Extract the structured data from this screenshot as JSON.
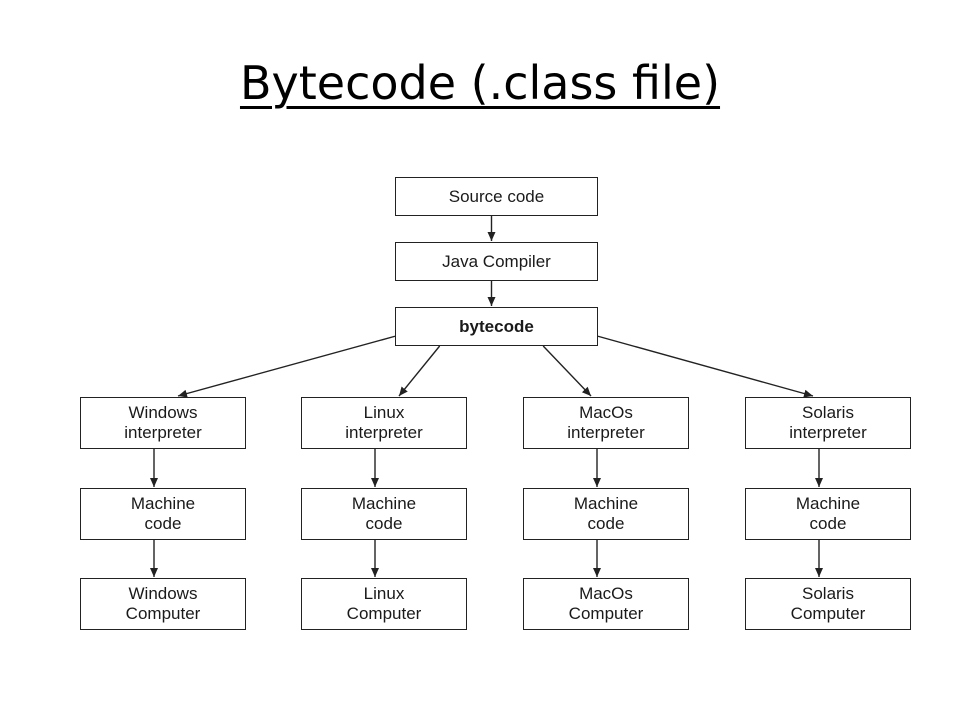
{
  "title": "Bytecode (.class file)",
  "nodes": {
    "source_code": "Source code",
    "java_compiler": "Java Compiler",
    "bytecode": "bytecode",
    "windows_interpreter": "Windows\ninterpreter",
    "linux_interpreter": "Linux\ninterpreter",
    "macos_interpreter": "MacOs\ninterpreter",
    "solaris_interpreter": "Solaris\ninterpreter",
    "windows_machine_code": "Machine\ncode",
    "linux_machine_code": "Machine\ncode",
    "macos_machine_code": "Machine\ncode",
    "solaris_machine_code": "Machine\ncode",
    "windows_computer": "Windows\nComputer",
    "linux_computer": "Linux\nComputer",
    "macos_computer": "MacOs\nComputer",
    "solaris_computer": "Solaris\nComputer"
  },
  "edges": [
    [
      "source_code",
      "java_compiler"
    ],
    [
      "java_compiler",
      "bytecode"
    ],
    [
      "bytecode",
      "windows_interpreter"
    ],
    [
      "bytecode",
      "linux_interpreter"
    ],
    [
      "bytecode",
      "macos_interpreter"
    ],
    [
      "bytecode",
      "solaris_interpreter"
    ],
    [
      "windows_interpreter",
      "windows_machine_code"
    ],
    [
      "linux_interpreter",
      "linux_machine_code"
    ],
    [
      "macos_interpreter",
      "macos_machine_code"
    ],
    [
      "solaris_interpreter",
      "solaris_machine_code"
    ],
    [
      "windows_machine_code",
      "windows_computer"
    ],
    [
      "linux_machine_code",
      "linux_computer"
    ],
    [
      "macos_machine_code",
      "macos_computer"
    ],
    [
      "solaris_machine_code",
      "solaris_computer"
    ]
  ]
}
